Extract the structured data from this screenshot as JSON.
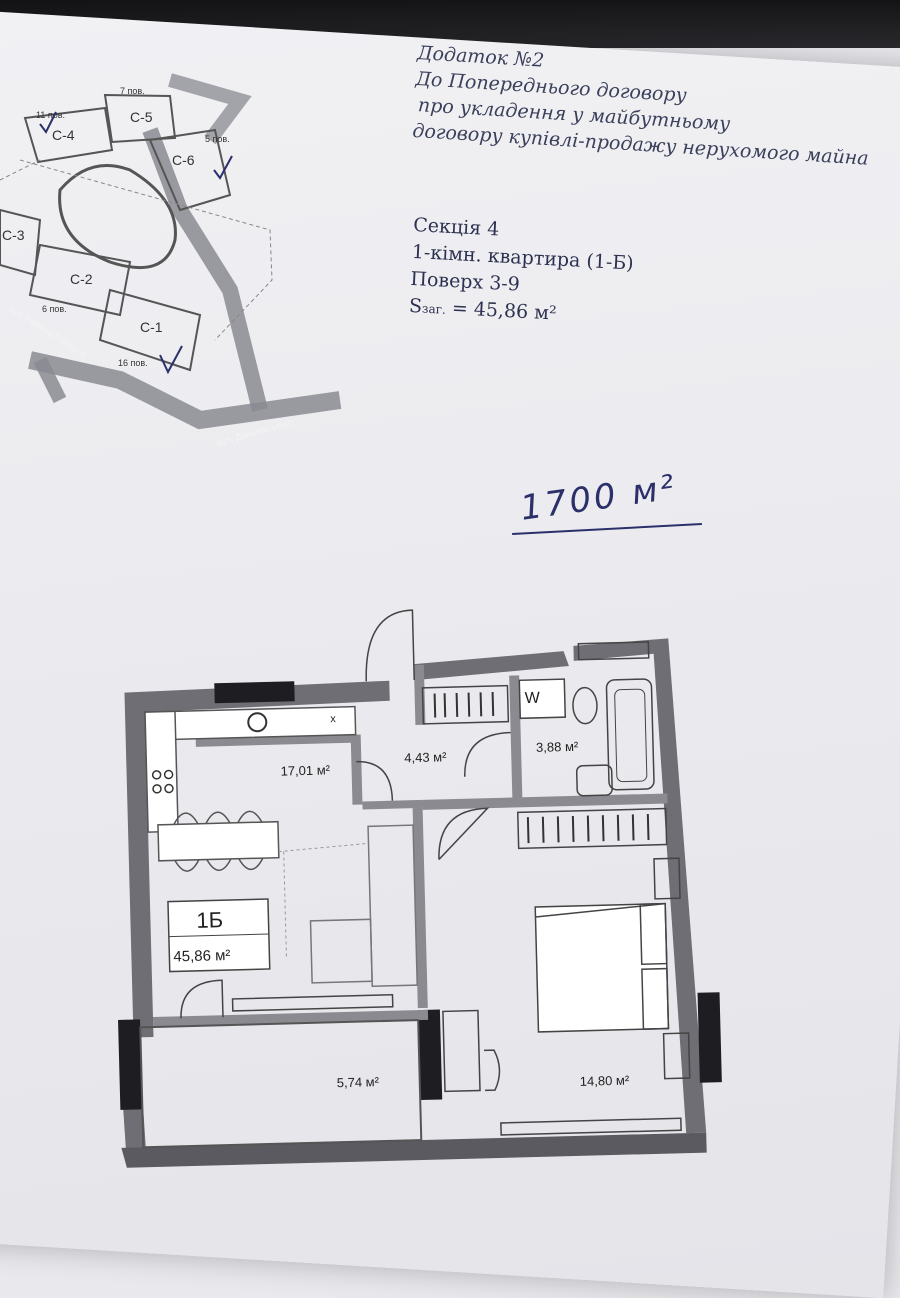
{
  "header": {
    "line1": "Додаток №2",
    "line2": "До Попереднього договору",
    "line3": "про укладення у майбутньому",
    "line4": "договору купівлі-продажу нерухомого майна"
  },
  "info": {
    "section": "Секція 4",
    "apartment": "1-кімн. квартира (1-Б)",
    "floor": "Поверх 3-9",
    "area_prefix": "S",
    "area_sub": "заг.",
    "area_value": " = 45,86 м²"
  },
  "handwritten_note": "1700 м²",
  "site_plan": {
    "sections": [
      "С-1",
      "С-2",
      "С-3",
      "С-4",
      "С-5",
      "С-6"
    ],
    "floors": {
      "c4": "11 пов.",
      "c5": "7 пов.",
      "c6": "5 пов.",
      "c2": "6 пов.",
      "c1": "16 пов."
    },
    "streets": {
      "rolan": "вул. Ромена Роллана",
      "danilevsky": "вул. Данілевського"
    }
  },
  "floor_plan": {
    "unit_code": "1Б",
    "unit_area": "45,86 м²",
    "rooms": {
      "kitchen_living": "17,01 м²",
      "hall": "4,43 м²",
      "bathroom": "3,88 м²",
      "balcony": "5,74 м²",
      "bedroom": "14,80 м²"
    },
    "wardrobe_label": "W",
    "x_mark": "x"
  }
}
